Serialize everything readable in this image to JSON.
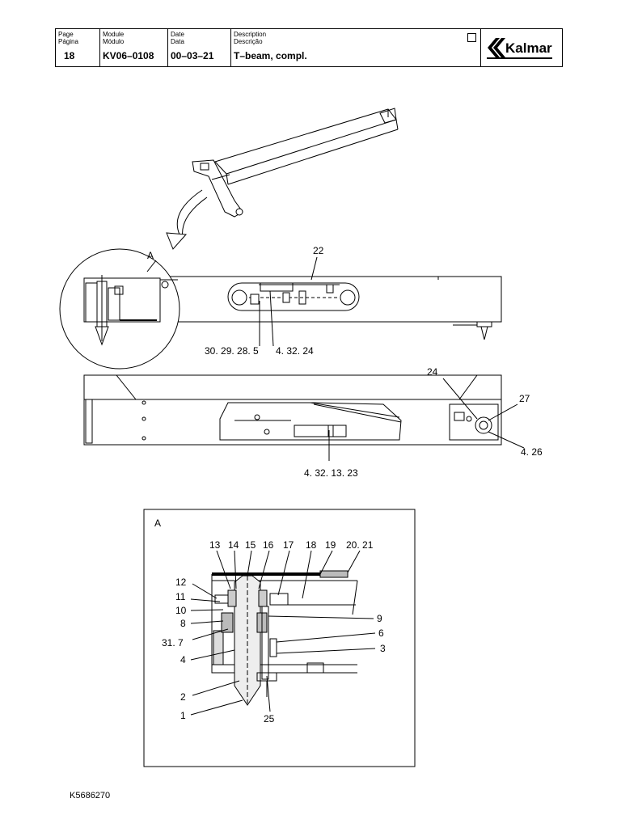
{
  "header": {
    "page_label": "Page",
    "page_label_2": "Página",
    "page_value": "18",
    "module_label": "Module",
    "module_label_2": "Módulo",
    "module_value": "KV06–0108",
    "date_label": "Date",
    "date_label_2": "Data",
    "date_value": "00–03–21",
    "desc_label": "Description",
    "desc_label_2": "Descrição",
    "desc_value": "T–beam, compl.",
    "logo_text": "Kalmar"
  },
  "callouts": {
    "view_a_marker": "A",
    "c22": "22",
    "c30": "30. 29. 28. 5",
    "c4_32_24": "4. 32. 24",
    "c24": "24",
    "c27": "27",
    "c4_26": "4. 26",
    "c4_32_13_23": "4. 32. 13. 23"
  },
  "detail": {
    "title": "A",
    "top_labels": [
      "13",
      "14",
      "15",
      "16",
      "17",
      "18",
      "19",
      "20. 21"
    ],
    "left_labels": [
      "12",
      "11",
      "10",
      "8",
      "31. 7",
      "4",
      "2",
      "1"
    ],
    "right_labels": [
      "9",
      "6",
      "3"
    ],
    "bottom_label": "25"
  },
  "document_number": "K5686270"
}
